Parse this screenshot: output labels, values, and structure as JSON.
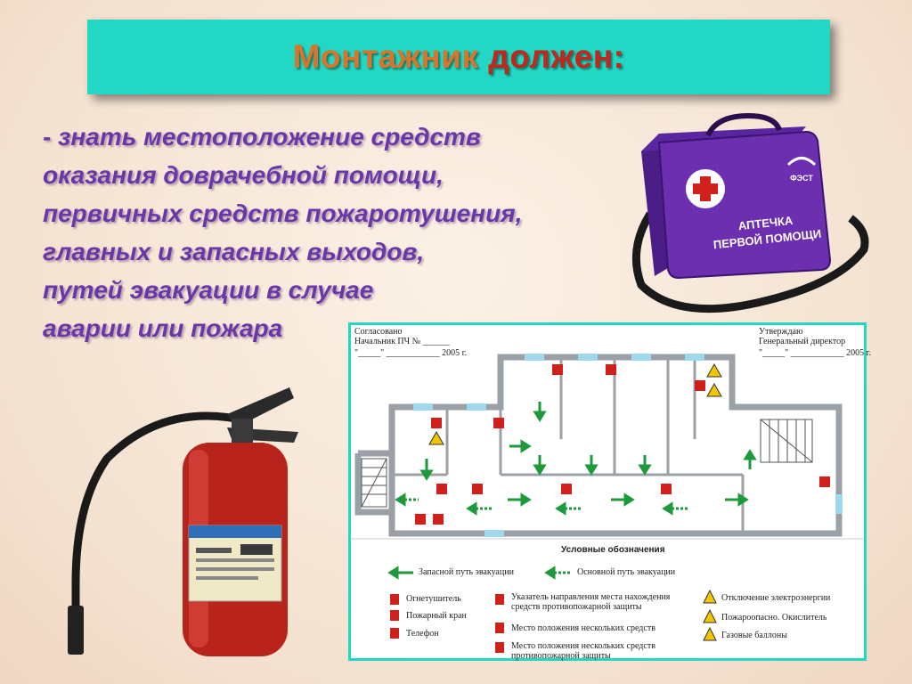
{
  "slide": {
    "title_part1": "Монтажник",
    "title_part2": "должен:",
    "bullet_lines": [
      "- знать местоположение средств",
      "оказания доврачебной помощи,",
      "первичных средств пожаротушения,",
      "главных и запасных выходов,",
      "путей эвакуации в случае",
      "аварии или пожара"
    ]
  },
  "first_aid_kit": {
    "label_line1": "АПТЕЧКА",
    "label_line2": "ПЕРВОЙ ПОМОЩИ",
    "brand": "ФЭСТ"
  },
  "plan": {
    "approval_left": {
      "line1": "Согласовано",
      "line2": "Начальник ПЧ № ______",
      "line3": "\"_____\" ____________ 2005 г."
    },
    "approval_right": {
      "line1": "Утверждаю",
      "line2": "Генеральный директор",
      "line3": "\"_____\" ____________ 2005 г."
    },
    "legend_title": "Условные обозначения",
    "legend": {
      "reserve_route": "Запасной путь эвакуации",
      "main_route": "Основной путь эвакуации",
      "extinguisher": "Огнетушитель",
      "hydrant": "Пожарный кран",
      "phone": "Телефон",
      "direction_line1": "Указатель направления места нахождения",
      "direction_line2": "средств противопожарной защиты",
      "one_place": "Место положения нескольких средств",
      "several_line1": "Место положения нескольких средств",
      "several_line2": "противопожарной защиты",
      "power_off": "Отключение электроэнергии",
      "oxidizer": "Пожароопасно. Окислитель",
      "gas": "Газовые баллоны"
    }
  },
  "colors": {
    "title_bg": "#22d8c4",
    "title_word1": "#d9752a",
    "title_word2": "#c0271d",
    "bullet_text": "#6a37a8",
    "plan_border": "#22d8c4",
    "route_green": "#1e9a3c",
    "sign_red": "#d0201c",
    "kit_purple": "#6b2fb0",
    "extinguisher_red": "#b8231c"
  }
}
